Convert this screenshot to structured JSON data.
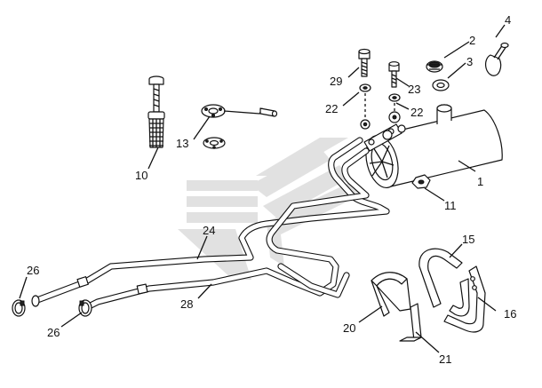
{
  "diagram": {
    "callouts": [
      "1",
      "2",
      "3",
      "4",
      "10",
      "11",
      "13",
      "15",
      "16",
      "20",
      "21",
      "22",
      "22",
      "23",
      "24",
      "26",
      "26",
      "28",
      "29"
    ]
  },
  "watermark": {
    "color": "#d8d8d8",
    "icon": "brand-watermark-icon"
  },
  "ink_color": "#111111"
}
